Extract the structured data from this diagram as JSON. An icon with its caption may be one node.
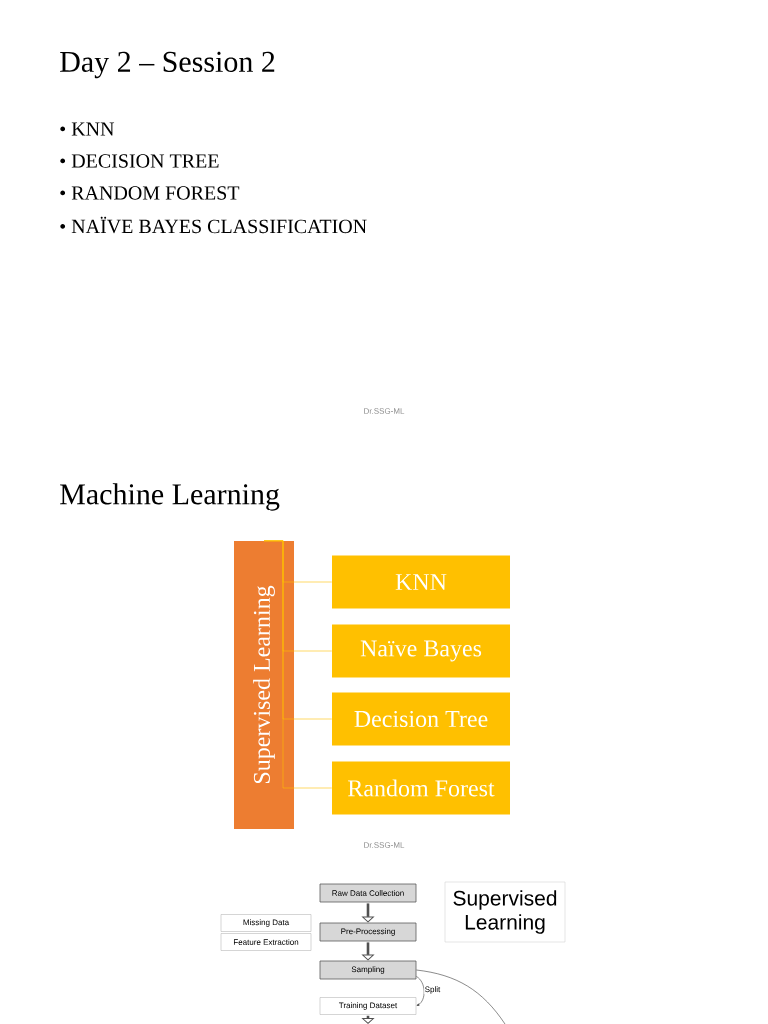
{
  "diagram": {
    "title": "Day 2 – Session 2",
    "nodes": [
      {
        "text": [
          "Supervised Learning"
        ]
      },
      {
        "text": [
          "KNN"
        ]
      },
      {
        "text": [
          "Naïve Bayes"
        ]
      },
      {
        "text": [
          "Decision Tree"
        ]
      },
      {
        "text": [
          "Random Forest"
        ]
      },
      {
        "text": [
          "Raw Data Collection"
        ]
      },
      {
        "text": [
          "Pre-Processing"
        ]
      },
      {
        "text": [
          "Sampling"
        ]
      },
      {
        "text": [
          "Training Dataset"
        ]
      },
      {
        "text": [
          "Missing Data"
        ]
      },
      {
        "text": [
          "Feature Extraction"
        ]
      },
      {
        "text": [
          "Supervised Learning"
        ]
      }
    ],
    "edges": [
      {
        "from": 0,
        "to": 1,
        "arrow": "none",
        "color": "#ffc000"
      },
      {
        "from": 0,
        "to": 2,
        "arrow": "none",
        "color": "#ffc000"
      },
      {
        "from": 0,
        "to": 3,
        "arrow": "none",
        "color": "#ffc000"
      },
      {
        "from": 0,
        "to": 4,
        "arrow": "none",
        "color": "#ffc000"
      },
      {
        "from": 5,
        "to": 6,
        "arrow": "to",
        "style": "thick",
        "color": "#505050"
      },
      {
        "from": 6,
        "to": 7,
        "arrow": "to",
        "style": "thick",
        "color": "#505050"
      },
      {
        "from": 7,
        "to": 8,
        "arrow": "to",
        "label": "Split",
        "color": "#3c3c3c"
      },
      {
        "from": 8,
        "to": null,
        "arrow": "to",
        "style": "thick",
        "color": "#505050"
      },
      {
        "from": 7,
        "to": null,
        "arrow": "none",
        "color": "#3c3c3c"
      }
    ],
    "labels": [
      "• KNN",
      "• DECISION TREE",
      "• RANDOM FOREST",
      "• NAÏVE BAYES CLASSIFICATION",
      "Dr.SSG-ML",
      "Machine Learning",
      "Dr.SSG-ML"
    ]
  }
}
